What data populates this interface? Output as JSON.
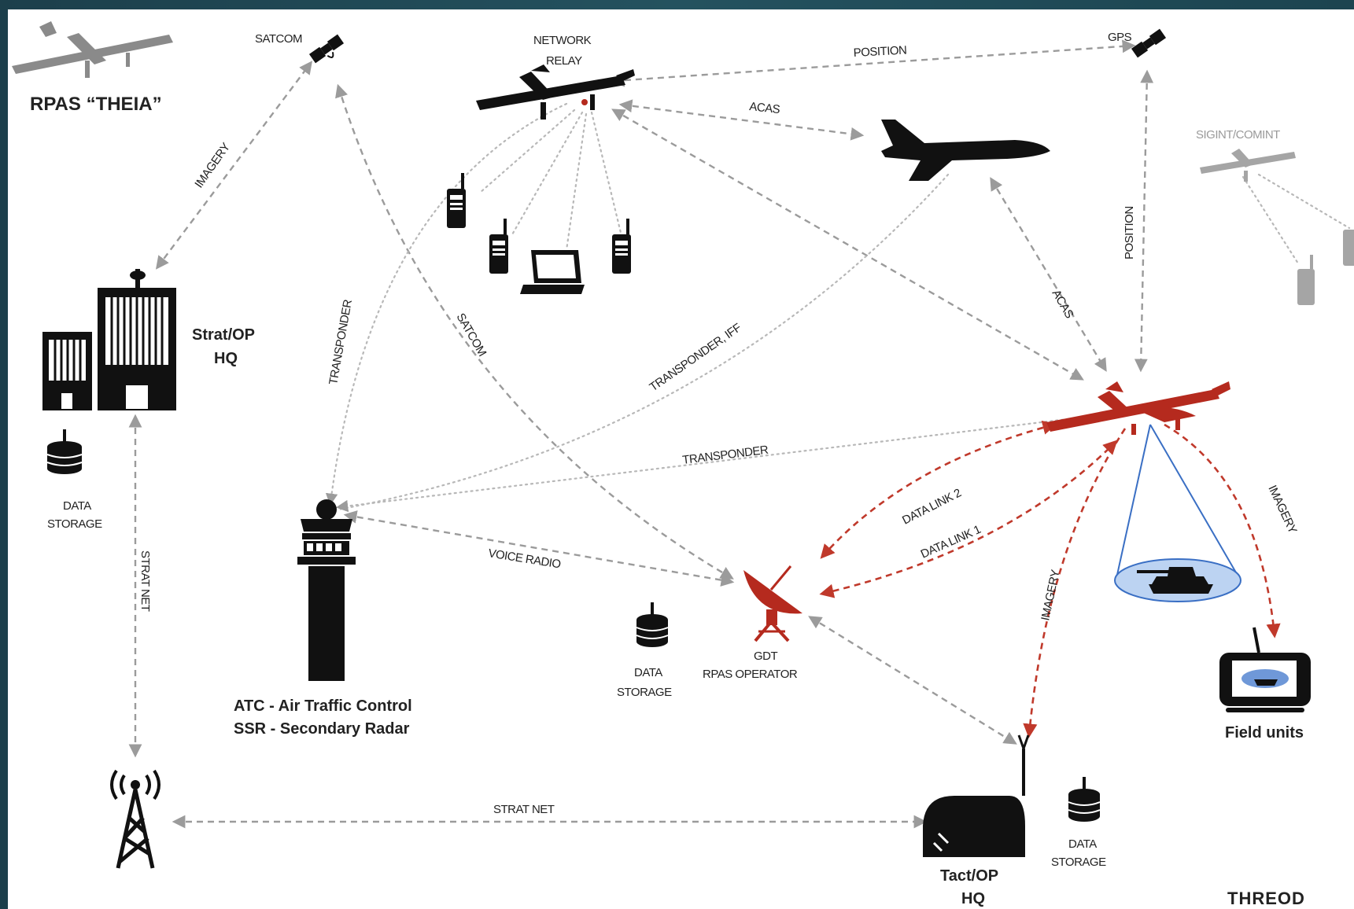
{
  "title": "RPAS “THEIA”",
  "brand": "THREOD",
  "nodes": {
    "satcom": "SATCOM",
    "network_relay_1": "NETWORK",
    "network_relay_2": "RELAY",
    "gps": "GPS",
    "sigint": "SIGINT/COMINT",
    "strat_hq_1": "Strat/OP",
    "strat_hq_2": "HQ",
    "data_storage_1": "DATA",
    "data_storage_2": "STORAGE",
    "atc_1": "ATC - Air Traffic Control",
    "atc_2": "SSR - Secondary Radar",
    "gdt_1": "GDT",
    "gdt_2": "RPAS OPERATOR",
    "field_units": "Field units",
    "tact_hq_1": "Tact/OP",
    "tact_hq_2": "HQ"
  },
  "links": {
    "imagery": "IMAGERY",
    "position": "POSITION",
    "acas": "ACAS",
    "transponder": "TRANSPONDER",
    "satcom": "SATCOM",
    "transponder_iff": "TRANSPONDER, IFF",
    "data_link_2": "DATA LINK 2",
    "data_link_1": "DATA LINK 1",
    "voice_radio": "VOICE RADIO",
    "strat_net": "STRAT NET"
  },
  "colors": {
    "accent_red": "#b52a1e",
    "link_grey": "#9b9b9b",
    "sensor_blue": "#3a6fc4"
  }
}
